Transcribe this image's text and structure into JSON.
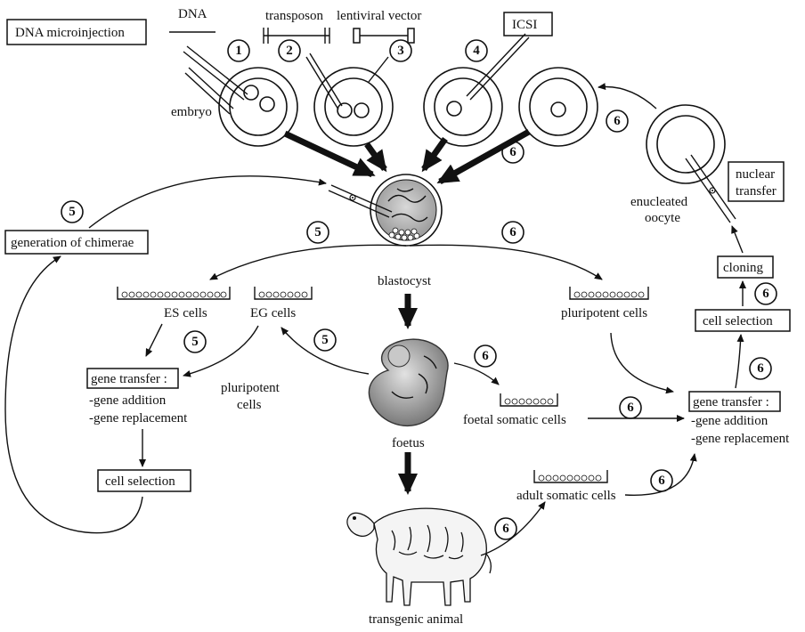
{
  "labels": {
    "dna_microinjection": "DNA microinjection",
    "dna": "DNA",
    "transposon": "transposon",
    "lentiviral_vector": "lentiviral vector",
    "icsi": "ICSI",
    "embryo": "embryo",
    "nuclear_transfer_1": "nuclear",
    "nuclear_transfer_2": "transfer",
    "enucleated_1": "enucleated",
    "enucleated_2": "oocyte",
    "generation_of_chimerae": "generation of chimerae",
    "blastocyst": "blastocyst",
    "es_cells": "ES cells",
    "eg_cells": "EG cells",
    "pluripotent_cells_right": "pluripotent cells",
    "pluripotent_cells_left_1": "pluripotent",
    "pluripotent_cells_left_2": "cells",
    "cloning": "cloning",
    "cell_selection_right": "cell selection",
    "cell_selection_left": "cell selection",
    "gene_transfer_left": "gene transfer :",
    "gene_transfer_right": "gene transfer :",
    "gene_addition_left": "-gene addition",
    "gene_replacement_left": "-gene replacement",
    "gene_addition_right": "-gene addition",
    "gene_replacement_right": "-gene replacement",
    "foetus": "foetus",
    "foetal_somatic_cells": "foetal somatic cells",
    "adult_somatic_cells": "adult somatic cells",
    "transgenic_animal": "transgenic animal"
  },
  "step_numbers": {
    "s1": "1",
    "s2": "2",
    "s3": "3",
    "s4": "4",
    "s6_top_a": "6",
    "s6_top_b": "6",
    "s5_chimerae": "5",
    "s5_blast": "5",
    "s6_blast": "6",
    "s5_es": "5",
    "s5_eg": "5",
    "s6_foetal": "6",
    "s6_gene": "6",
    "s6_cellsel": "6",
    "s6_cloning": "6",
    "s6_adult": "6",
    "s6_sheep": "6"
  }
}
